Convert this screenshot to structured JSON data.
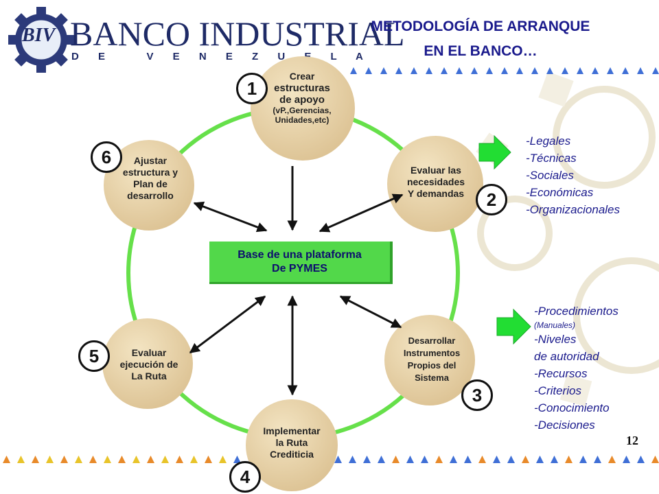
{
  "logo": {
    "monogram": "BIV",
    "name": "BANCO INDUSTRIAL",
    "country": "D E   V E N E Z U E L A"
  },
  "title": {
    "line1": "METODOLOGÍA DE ARRANQUE",
    "line2": "EN EL BANCO…"
  },
  "center": {
    "line1": "Base de una plataforma",
    "line2": "De PYMES"
  },
  "nodes": [
    {
      "number": "1",
      "lines": [
        "Crear",
        "estructuras",
        "de apoyo"
      ],
      "sub": [
        "(vP.,Gerencias,",
        "Unidades,etc)"
      ]
    },
    {
      "number": "2",
      "lines": [
        "Evaluar las",
        "necesidades",
        "Y demandas"
      ]
    },
    {
      "number": "3",
      "lines": [
        "Desarrollar",
        "Instrumentos",
        "Propios del",
        "Sistema"
      ]
    },
    {
      "number": "4",
      "lines": [
        "Implementar",
        "la Ruta",
        "Crediticia"
      ]
    },
    {
      "number": "5",
      "lines": [
        "Evaluar",
        "ejecución de",
        "La Ruta"
      ]
    },
    {
      "number": "6",
      "lines": [
        "Ajustar",
        "estructura y",
        "Plan de",
        "desarrollo"
      ]
    }
  ],
  "list_top": [
    "-Legales",
    "-Técnicas",
    "-Sociales",
    "-Económicas",
    "-Organizacionales"
  ],
  "list_bottom": {
    "procedimientos": "-Procedimientos",
    "manuales": "(Manuales)",
    "niveles": "-Niveles",
    "autoridad": "de autoridad",
    "recursos": "-Recursos",
    "criterios": "-Criterios",
    "conocimiento": "-Conocimiento",
    "decisiones": "-Decisiones"
  },
  "page_number": "12",
  "colors": {
    "title": "#1a1a8c",
    "ring": "#66e04a",
    "node": "#e9d4a8",
    "center_box": "#52d84a",
    "arrow_green": "#22dd33",
    "stripe_blue": "#3f6fd6",
    "stripe_orange": "#e88a2a",
    "stripe_yellow": "#e8c42a"
  }
}
